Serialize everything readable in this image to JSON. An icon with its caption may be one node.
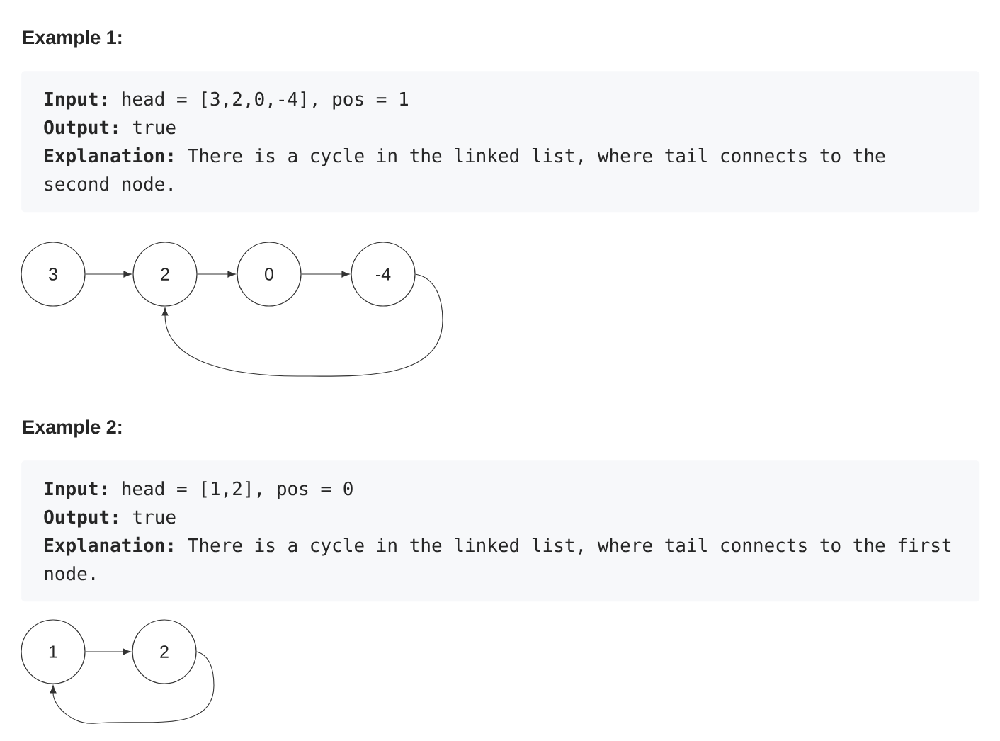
{
  "diagram": {
    "nodes": [
      {
        "text": [
          "**Input:** head = [3,2,0,-4], pos = 1",
          "**Output:** true",
          "**Explanation:** There is a cycle in the linked list, where tail connects to the second node."
        ]
      },
      {
        "text": [
          "3"
        ]
      },
      {
        "text": [
          "2"
        ]
      },
      {
        "text": [
          "0"
        ]
      },
      {
        "text": [
          "-4"
        ]
      },
      {
        "text": [
          "**Input:** head = [1,2], pos = 0",
          "**Output:** true",
          "**Explanation:** There is a cycle in the linked list, where tail connects to the first node."
        ]
      },
      {
        "text": [
          "1"
        ]
      },
      {
        "text": [
          "2"
        ]
      }
    ],
    "edges": [
      {
        "from": 1,
        "to": 2,
        "arrow": "to"
      },
      {
        "from": 2,
        "to": 3,
        "arrow": "to"
      },
      {
        "from": 3,
        "to": 4,
        "arrow": "to"
      },
      {
        "from": 4,
        "to": 2,
        "arrow": "to"
      },
      {
        "from": 6,
        "to": 7,
        "arrow": "to"
      },
      {
        "from": 7,
        "to": 6,
        "arrow": "to"
      }
    ],
    "labels": [
      "Example 1:",
      "Example 2:"
    ]
  }
}
